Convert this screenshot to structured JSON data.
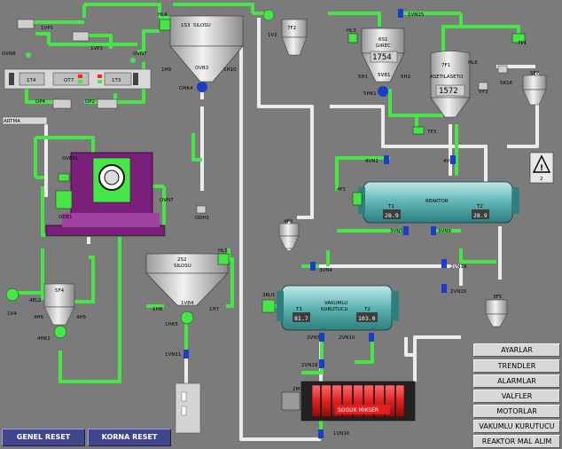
{
  "colors": {
    "pipe_green": "#46e646",
    "pipe_white": "#ececec",
    "vessel_grey": "#c8c8c8",
    "reactor_teal": "#5fb3b3",
    "purple": "#7a1f7a",
    "mixer_red": "#e02020",
    "valve_blue": "#1e3ccc",
    "background": "#7b7b7b"
  },
  "labels": {
    "ovn8": "OVN8",
    "ivp1": "1VP1",
    "ivp2": "1VP2",
    "ovn7_top": "OVN7",
    "dp4": "DP4",
    "dp2": "DP2",
    "artma": "ARTMA",
    "it4": "1T4",
    "ot7": "OT7",
    "it3": "1T3",
    "hl4": "HL4",
    "is3": "1S3",
    "silosu1": "SILOSU",
    "ih9": "1H9",
    "ovb3": "OVB3",
    "ih10": "1H10",
    "ohk4": "OHK4",
    "af2": "7F2",
    "iv2": "1V2",
    "ivn15": "1VN15",
    "hl3": "HL3",
    "gs1": "6S1",
    "girec": "GIREC",
    "svb1": "5VB1",
    "sh1": "5H1",
    "sh2": "5H2",
    "shk1": "5HK1",
    "tf1": "7F1",
    "hl6": "HL6",
    "asetilaseto": "ASETILASETO",
    "sy3": "5Y3",
    "sk16": "5K16",
    "sf2": "5F2",
    "tp1": "7P1",
    "tp3": "7P3",
    "ovep1": "OVEP1",
    "ode1": "ODE1",
    "ovn7": "OVN7",
    "odh1": "ODH1",
    "ivn1": "4VN1",
    "ivn2": "4VN2",
    "af1": "4F1",
    "reaktor": "REAKTOR",
    "t1": "T1",
    "t2": "T2",
    "af3": "4F3",
    "vn3": "3VN3",
    "vn9": "3VN9",
    "vn4": "3VN4",
    "s2": "2S2",
    "silosu2": "SILOSU",
    "hl5": "HL5",
    "ih8": "1H8",
    "ivb4": "1VB4",
    "ih7": "1H7",
    "ihk5": "1HK5",
    "ivn11": "1VN11",
    "sf4": "5F4",
    "el2": "4EL2",
    "iv4": "1V4",
    "ah6": "4H6",
    "ah5": "4H5",
    "ahk2": "4HK2",
    "ku1": "3KU1",
    "vakumlu": "VAKUMLU",
    "kurutucu": "KURUTUCU",
    "t1b": "T1",
    "t2b": "T2",
    "vn5": "2VN5",
    "vn10": "2VN10",
    "vn18": "2VN18",
    "vn19": "2VN19",
    "vn20": "2VN20",
    "f5": "3F5",
    "m1": "2M1",
    "sogukmikser": "SOGUK  MIKSER",
    "ivn16": "1VN16",
    "warn_num": "2"
  },
  "values": {
    "girec": "1754",
    "asetilaseto": "1572",
    "reaktor_t1": "28.9",
    "reaktor_t2": "28.9",
    "kurutucu_t1": "81.7",
    "kurutucu_t2": "103.0"
  },
  "menu": [
    "AYARLAR",
    "TRENDLER",
    "ALARMLAR",
    "VALFLER",
    "MOTORLAR",
    "VAKUMLU KURUTUCU",
    "REAKTOR MAL ALIM"
  ],
  "buttons": {
    "genel_reset": "GENEL RESET",
    "korna_reset": "KORNA RESET"
  }
}
